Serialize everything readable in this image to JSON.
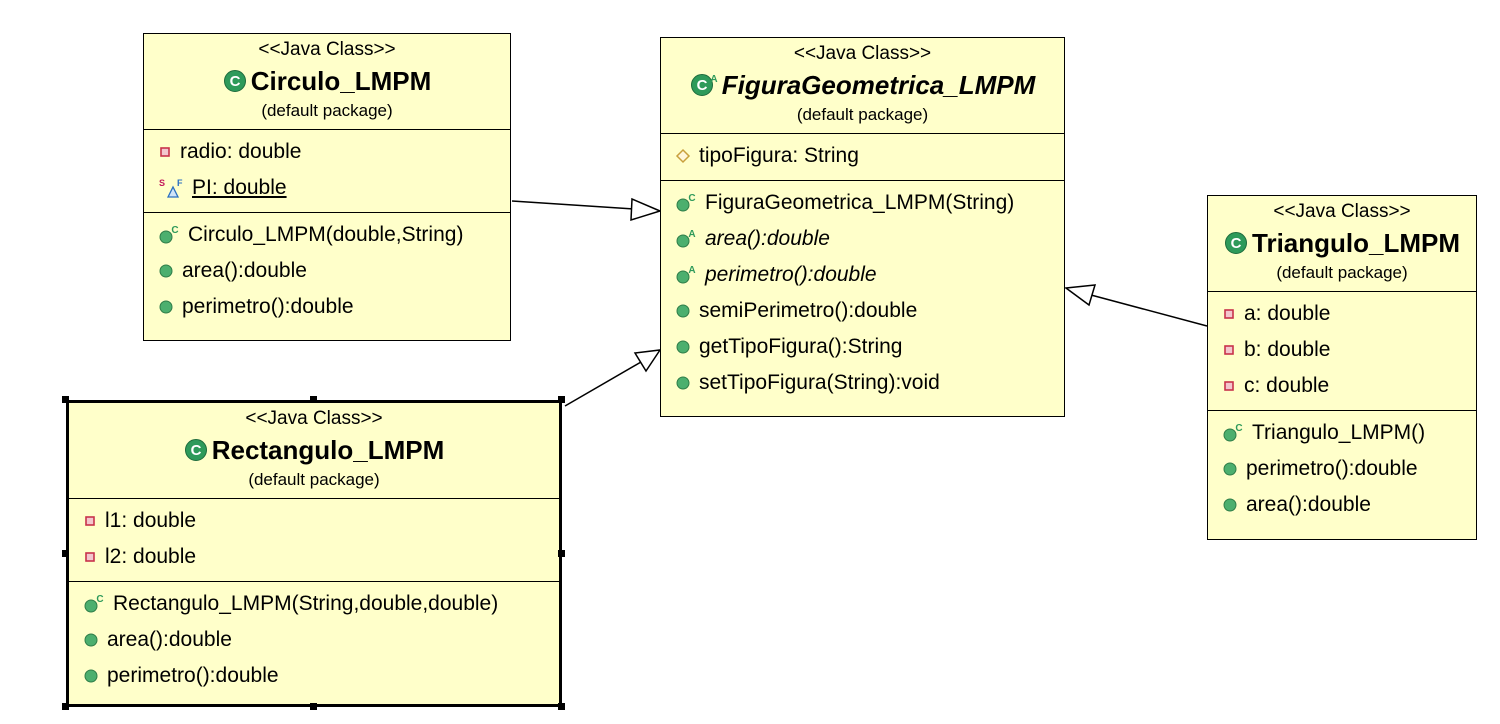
{
  "colors": {
    "class_fill": "#ffffca",
    "border": "#000000",
    "class_icon": "#2e9a5a",
    "public_method": "#4caf6e",
    "private_field": "#c8324b",
    "protected_field": "#c8a03c"
  },
  "classes": {
    "circulo": {
      "stereotype": "<<Java Class>>",
      "name": "Circulo_LMPM",
      "package": "(default package)",
      "icon": "class-icon",
      "attributes": [
        {
          "text": "radio: double",
          "icon": "private-field-icon"
        },
        {
          "text": "PI: double",
          "icon": "static-final-field-icon"
        }
      ],
      "methods": [
        {
          "text": "Circulo_LMPM(double,String)",
          "icon": "constructor-icon"
        },
        {
          "text": "area():double",
          "icon": "public-method-icon"
        },
        {
          "text": "perimetro():double",
          "icon": "public-method-icon"
        }
      ]
    },
    "figura": {
      "stereotype": "<<Java Class>>",
      "name": "FiguraGeometrica_LMPM",
      "package": "(default package)",
      "icon": "abstract-class-icon",
      "attributes": [
        {
          "text": "tipoFigura: String",
          "icon": "protected-field-icon"
        }
      ],
      "methods": [
        {
          "text": "FiguraGeometrica_LMPM(String)",
          "icon": "constructor-icon"
        },
        {
          "text": "area():double",
          "icon": "abstract-method-icon"
        },
        {
          "text": "perimetro():double",
          "icon": "abstract-method-icon"
        },
        {
          "text": "semiPerimetro():double",
          "icon": "public-method-icon"
        },
        {
          "text": "getTipoFigura():String",
          "icon": "public-method-icon"
        },
        {
          "text": "setTipoFigura(String):void",
          "icon": "public-method-icon"
        }
      ]
    },
    "rectangulo": {
      "stereotype": "<<Java Class>>",
      "name": "Rectangulo_LMPM",
      "package": "(default package)",
      "icon": "class-icon",
      "attributes": [
        {
          "text": "l1: double",
          "icon": "private-field-icon"
        },
        {
          "text": "l2: double",
          "icon": "private-field-icon"
        }
      ],
      "methods": [
        {
          "text": "Rectangulo_LMPM(String,double,double)",
          "icon": "constructor-icon"
        },
        {
          "text": "area():double",
          "icon": "public-method-icon"
        },
        {
          "text": "perimetro():double",
          "icon": "public-method-icon"
        }
      ]
    },
    "triangulo": {
      "stereotype": "<<Java Class>>",
      "name": "Triangulo_LMPM",
      "package": "(default package)",
      "icon": "class-icon",
      "attributes": [
        {
          "text": "a: double",
          "icon": "private-field-icon"
        },
        {
          "text": "b: double",
          "icon": "private-field-icon"
        },
        {
          "text": "c: double",
          "icon": "private-field-icon"
        }
      ],
      "methods": [
        {
          "text": "Triangulo_LMPM()",
          "icon": "constructor-icon"
        },
        {
          "text": "perimetro():double",
          "icon": "public-method-icon"
        },
        {
          "text": "area():double",
          "icon": "public-method-icon"
        }
      ]
    }
  },
  "relations": [
    {
      "from": "Circulo_LMPM",
      "to": "FiguraGeometrica_LMPM",
      "type": "generalization"
    },
    {
      "from": "Rectangulo_LMPM",
      "to": "FiguraGeometrica_LMPM",
      "type": "generalization"
    },
    {
      "from": "Triangulo_LMPM",
      "to": "FiguraGeometrica_LMPM",
      "type": "generalization"
    }
  ]
}
